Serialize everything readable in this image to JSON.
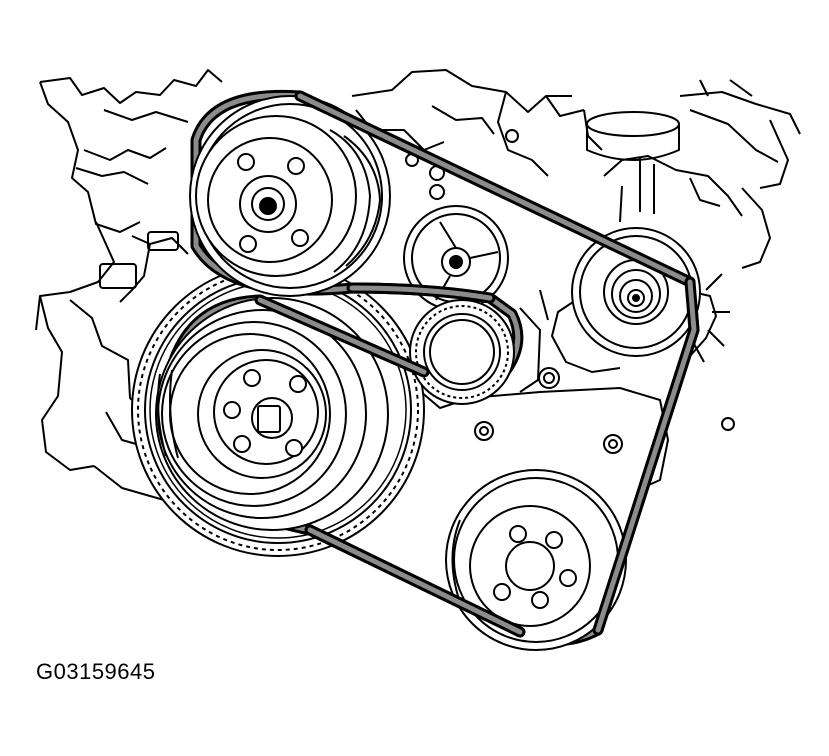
{
  "figure": {
    "id_label": "G03159645"
  },
  "colors": {
    "line": "#000000",
    "belt_fill": "#8c8c8c",
    "background": "#ffffff"
  },
  "components": [
    "power-steering-pulley",
    "idler-pulley-small",
    "belt-tensioner-pulley",
    "alternator-pulley",
    "crankshaft-pulley",
    "water-pump-pulley",
    "drive-belt"
  ]
}
